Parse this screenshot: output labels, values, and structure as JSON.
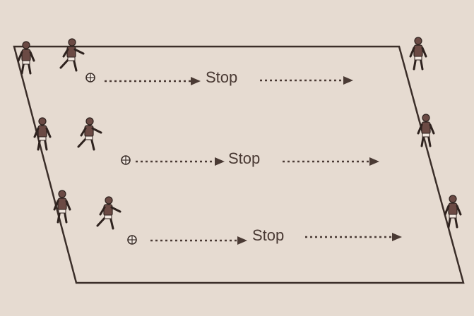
{
  "diagram": {
    "lanes": [
      {
        "label": "Stop"
      },
      {
        "label": "Stop"
      },
      {
        "label": "Stop"
      }
    ]
  },
  "colors": {
    "background": "#e6dbd1",
    "ink": "#4a3a34",
    "field_line": "#3b2e29",
    "kit": "#6b4a44"
  },
  "icons": [
    "player-icon",
    "ball-icon",
    "arrow-icon"
  ]
}
